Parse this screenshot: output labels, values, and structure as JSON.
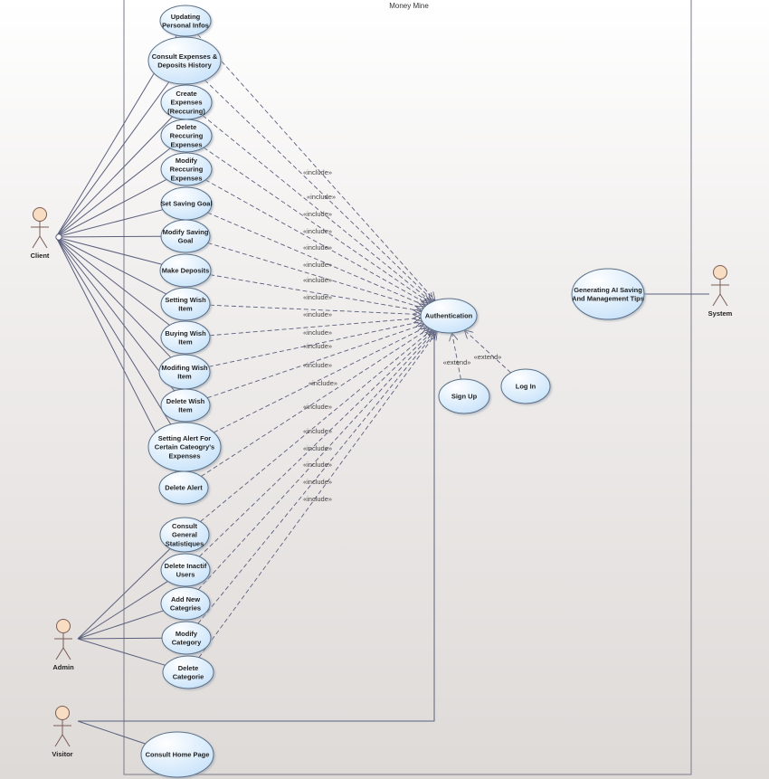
{
  "system_title": "Money Mine",
  "actors": [
    {
      "id": "client",
      "name": "Client"
    },
    {
      "id": "admin",
      "name": "Admin"
    },
    {
      "id": "visitor",
      "name": "Visitor"
    },
    {
      "id": "system",
      "name": "System"
    }
  ],
  "use_cases": [
    {
      "id": "update-infos",
      "lines": [
        "Updating",
        "Personal Infos"
      ]
    },
    {
      "id": "consult-history",
      "lines": [
        "Consult Expenses  &",
        "Deposits History"
      ]
    },
    {
      "id": "create-expenses",
      "lines": [
        "Create",
        "Expenses",
        "(Reccuring)"
      ]
    },
    {
      "id": "delete-recurring",
      "lines": [
        "Delete",
        "Reccuring",
        "Expenses"
      ]
    },
    {
      "id": "modify-recurring",
      "lines": [
        "Modify",
        "Reccuring",
        "Expenses"
      ]
    },
    {
      "id": "set-saving-goal",
      "lines": [
        "Set Saving Goal"
      ]
    },
    {
      "id": "modify-saving-goal",
      "lines": [
        "Modify Saving",
        "Goal"
      ]
    },
    {
      "id": "make-deposits",
      "lines": [
        "Make Deposits"
      ]
    },
    {
      "id": "setting-wish",
      "lines": [
        "Setting Wish",
        "Item"
      ]
    },
    {
      "id": "buying-wish",
      "lines": [
        "Buying Wish",
        "Item"
      ]
    },
    {
      "id": "modifing-wish",
      "lines": [
        "Modifing Wish",
        "Item"
      ]
    },
    {
      "id": "delete-wish",
      "lines": [
        "Delete Wish",
        "Item"
      ]
    },
    {
      "id": "setting-alert",
      "lines": [
        "Setting Alert For",
        "Certain Cateogry's",
        "Expenses"
      ]
    },
    {
      "id": "delete-alert",
      "lines": [
        "Delete Alert"
      ]
    },
    {
      "id": "consult-stats",
      "lines": [
        "Consult",
        "General",
        "Statistiques"
      ]
    },
    {
      "id": "delete-users",
      "lines": [
        "Delete Inactif",
        "Users"
      ]
    },
    {
      "id": "add-categories",
      "lines": [
        "Add New",
        "Categries"
      ]
    },
    {
      "id": "modify-category",
      "lines": [
        "Modify",
        "Category"
      ]
    },
    {
      "id": "delete-categorie",
      "lines": [
        "Delete",
        "Categorie"
      ]
    },
    {
      "id": "consult-home",
      "lines": [
        "Consult Home Page"
      ]
    },
    {
      "id": "authentication",
      "lines": [
        "Authentication"
      ]
    },
    {
      "id": "sign-up",
      "lines": [
        "Sign Up"
      ]
    },
    {
      "id": "log-in",
      "lines": [
        "Log In"
      ]
    },
    {
      "id": "ai-tips",
      "lines": [
        "Generating AI Saving",
        "And Management Tips"
      ]
    }
  ],
  "associations": [
    [
      "client",
      "update-infos"
    ],
    [
      "client",
      "consult-history"
    ],
    [
      "client",
      "create-expenses"
    ],
    [
      "client",
      "delete-recurring"
    ],
    [
      "client",
      "modify-recurring"
    ],
    [
      "client",
      "set-saving-goal"
    ],
    [
      "client",
      "modify-saving-goal"
    ],
    [
      "client",
      "make-deposits"
    ],
    [
      "client",
      "setting-wish"
    ],
    [
      "client",
      "buying-wish"
    ],
    [
      "client",
      "modifing-wish"
    ],
    [
      "client",
      "delete-wish"
    ],
    [
      "client",
      "setting-alert"
    ],
    [
      "client",
      "delete-alert"
    ],
    [
      "admin",
      "consult-stats"
    ],
    [
      "admin",
      "delete-users"
    ],
    [
      "admin",
      "add-categories"
    ],
    [
      "admin",
      "modify-category"
    ],
    [
      "admin",
      "delete-categorie"
    ],
    [
      "visitor",
      "consult-home"
    ],
    [
      "visitor",
      "authentication"
    ],
    [
      "system",
      "ai-tips"
    ]
  ],
  "include_label": "«include»",
  "extend_label": "«extend»",
  "includes": [
    "update-infos",
    "consult-history",
    "create-expenses",
    "delete-recurring",
    "modify-recurring",
    "set-saving-goal",
    "modify-saving-goal",
    "make-deposits",
    "setting-wish",
    "buying-wish",
    "modifing-wish",
    "delete-wish",
    "setting-alert",
    "delete-alert",
    "consult-stats",
    "delete-users",
    "add-categories",
    "modify-category",
    "delete-categorie"
  ],
  "extends": [
    "sign-up",
    "log-in"
  ],
  "colors": {
    "usecase_fill_top": "#ffffff",
    "usecase_fill_bottom": "#c9e3fa",
    "usecase_stroke": "#5b6f86",
    "line": "#5a5f7c",
    "actor_head": "#f8ddc2",
    "actor_stroke": "#7a5d54"
  }
}
